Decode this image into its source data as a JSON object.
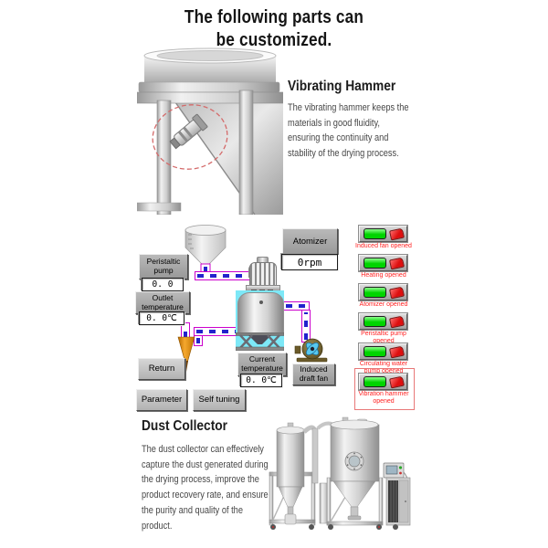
{
  "title": {
    "line1": "The following parts can",
    "line2": "be customized."
  },
  "vibrating_hammer": {
    "heading": "Vibrating Hammer",
    "body": "The vibrating hammer keeps the materials in good fluidity, ensuring the continuity and stability of the drying process."
  },
  "dust_collector": {
    "heading": "Dust Collector",
    "body": "The dust collector can effectively capture the dust generated during the drying process, improve the product recovery rate, and ensure the purity and quality of the product."
  },
  "hmi": {
    "peristaltic_pump_label": "Peristaltic pump",
    "peristaltic_pump_value": "0. 0",
    "outlet_temp_label": "Outlet temperature",
    "outlet_temp_value": "0. 0℃",
    "atomizer_label": "Atomizer",
    "atomizer_value": "0rpm",
    "current_temp_label": "Current temperature",
    "current_temp_value": "0. 0℃",
    "induced_fan_label": "Induced draft fan",
    "return_label": "Return",
    "parameter_label": "Parameter",
    "self_tuning_label": "Self tuning",
    "indicators": [
      {
        "label": "Induced fan opened",
        "state": "on"
      },
      {
        "label": "Heating opened",
        "state": "on"
      },
      {
        "label": "Atomizer opened",
        "state": "on"
      },
      {
        "label": "Peristaltic pump opened",
        "state": "on"
      },
      {
        "label": "Circulating water pump opened",
        "state": "on"
      },
      {
        "label": "Vibration hammer opened",
        "state": "on",
        "highlighted": true
      }
    ],
    "colors": {
      "lamp_on": "#00d400",
      "lamp_off": "#dd0f0f",
      "alert_text": "#ff2222",
      "pipe_outline": "#cc00cc",
      "pipe_dash": "#2222cc",
      "chamber_bg": "#7de8f7"
    }
  }
}
